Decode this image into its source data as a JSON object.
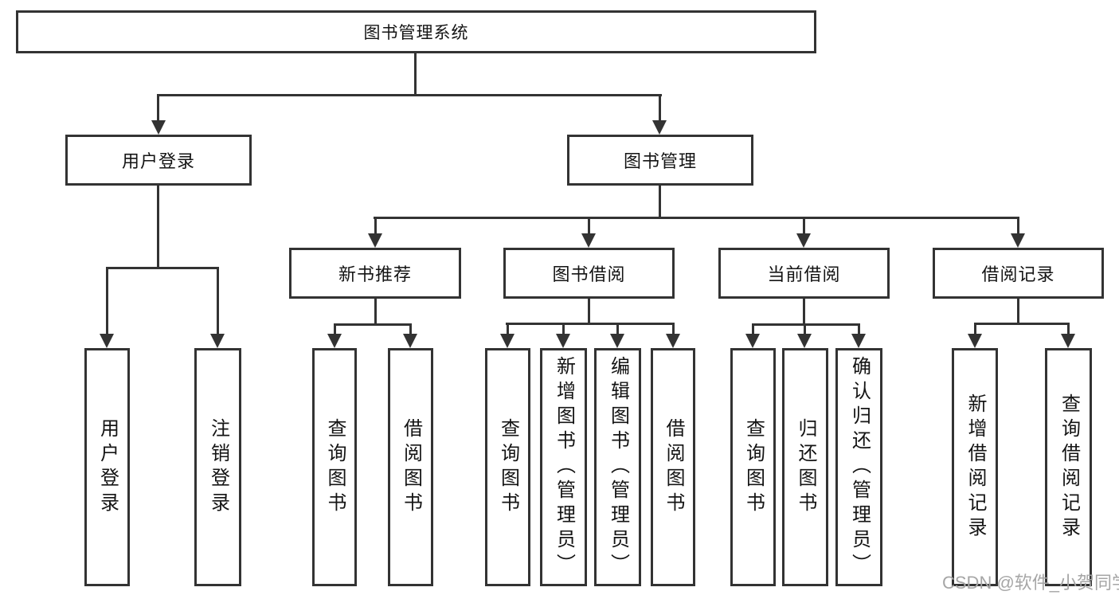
{
  "diagram": {
    "root": {
      "label": "图书管理系统"
    },
    "level2": [
      {
        "label": "用户登录",
        "children": [
          {
            "label": "用户登录"
          },
          {
            "label": "注销登录"
          }
        ]
      },
      {
        "label": "图书管理",
        "children": [
          {
            "label": "新书推荐",
            "children": [
              {
                "label": "查询图书"
              },
              {
                "label": "借阅图书"
              }
            ]
          },
          {
            "label": "图书借阅",
            "children": [
              {
                "label": "查询图书"
              },
              {
                "label": "新增图书（管理员）"
              },
              {
                "label": "编辑图书（管理员）"
              },
              {
                "label": "借阅图书"
              }
            ]
          },
          {
            "label": "当前借阅",
            "children": [
              {
                "label": "查询图书"
              },
              {
                "label": "归还图书"
              },
              {
                "label": "确认归还（管理员）"
              }
            ]
          },
          {
            "label": "借阅记录",
            "children": [
              {
                "label": "新增借阅记录"
              },
              {
                "label": "查询借阅记录"
              }
            ]
          }
        ]
      }
    ]
  },
  "watermark": {
    "text": "CSDN @软件_小贺同学"
  },
  "colors": {
    "line": "#333333",
    "text": "#141414",
    "watermark": "#a6a6a6",
    "background": "#ffffff"
  }
}
